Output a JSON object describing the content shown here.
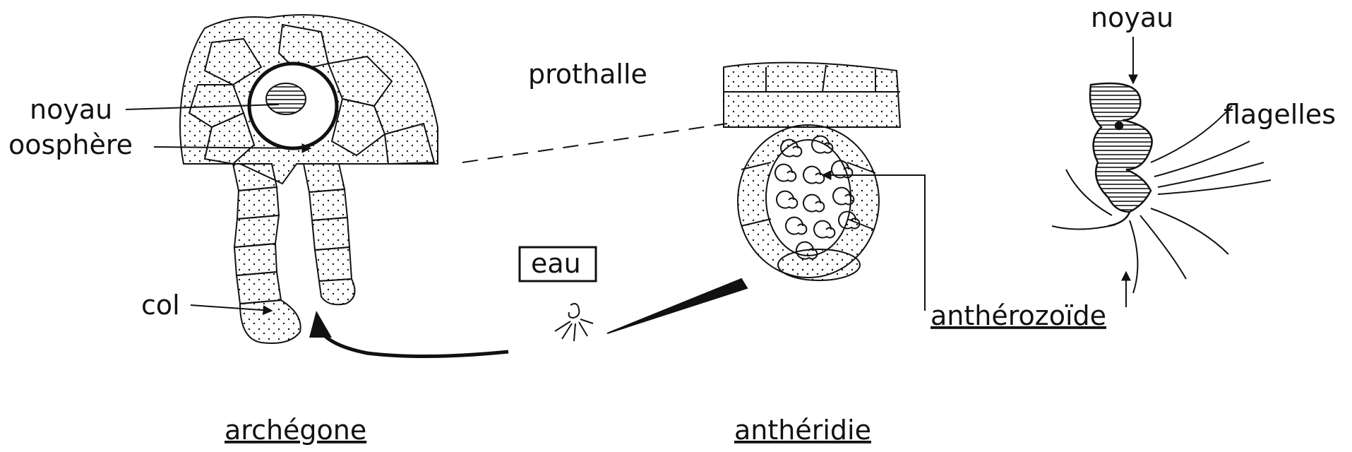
{
  "labels": {
    "noyau_left": "noyau",
    "oosphere": "oosphère",
    "col": "col",
    "prothalle": "prothalle",
    "eau": "eau",
    "archegone": "archégone",
    "antheridie": "anthéridie",
    "noyau_right": "noyau",
    "flagelles": "flagelles",
    "antherozoide": "anthérozoïde"
  },
  "colors": {
    "ink": "#111111",
    "paper": "#ffffff"
  }
}
